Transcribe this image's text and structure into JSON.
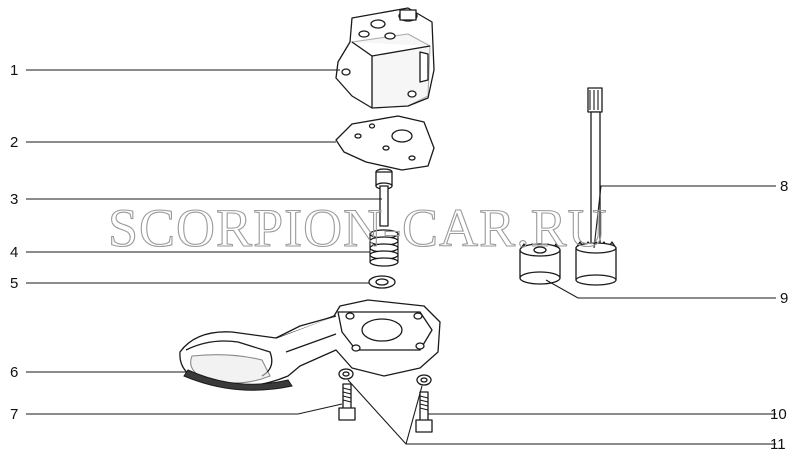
{
  "watermark": "SCORPION-CAR.RU",
  "callouts": [
    {
      "id": "1",
      "label": "1"
    },
    {
      "id": "2",
      "label": "2"
    },
    {
      "id": "3",
      "label": "3"
    },
    {
      "id": "4",
      "label": "4"
    },
    {
      "id": "5",
      "label": "5"
    },
    {
      "id": "6",
      "label": "6"
    },
    {
      "id": "7",
      "label": "7"
    },
    {
      "id": "8",
      "label": "8"
    },
    {
      "id": "9",
      "label": "9"
    },
    {
      "id": "10",
      "label": "10"
    },
    {
      "id": "11",
      "label": "11"
    }
  ],
  "colors": {
    "line": "#1a1a1a",
    "watermark": "#9a9a9a",
    "background": "#ffffff"
  }
}
